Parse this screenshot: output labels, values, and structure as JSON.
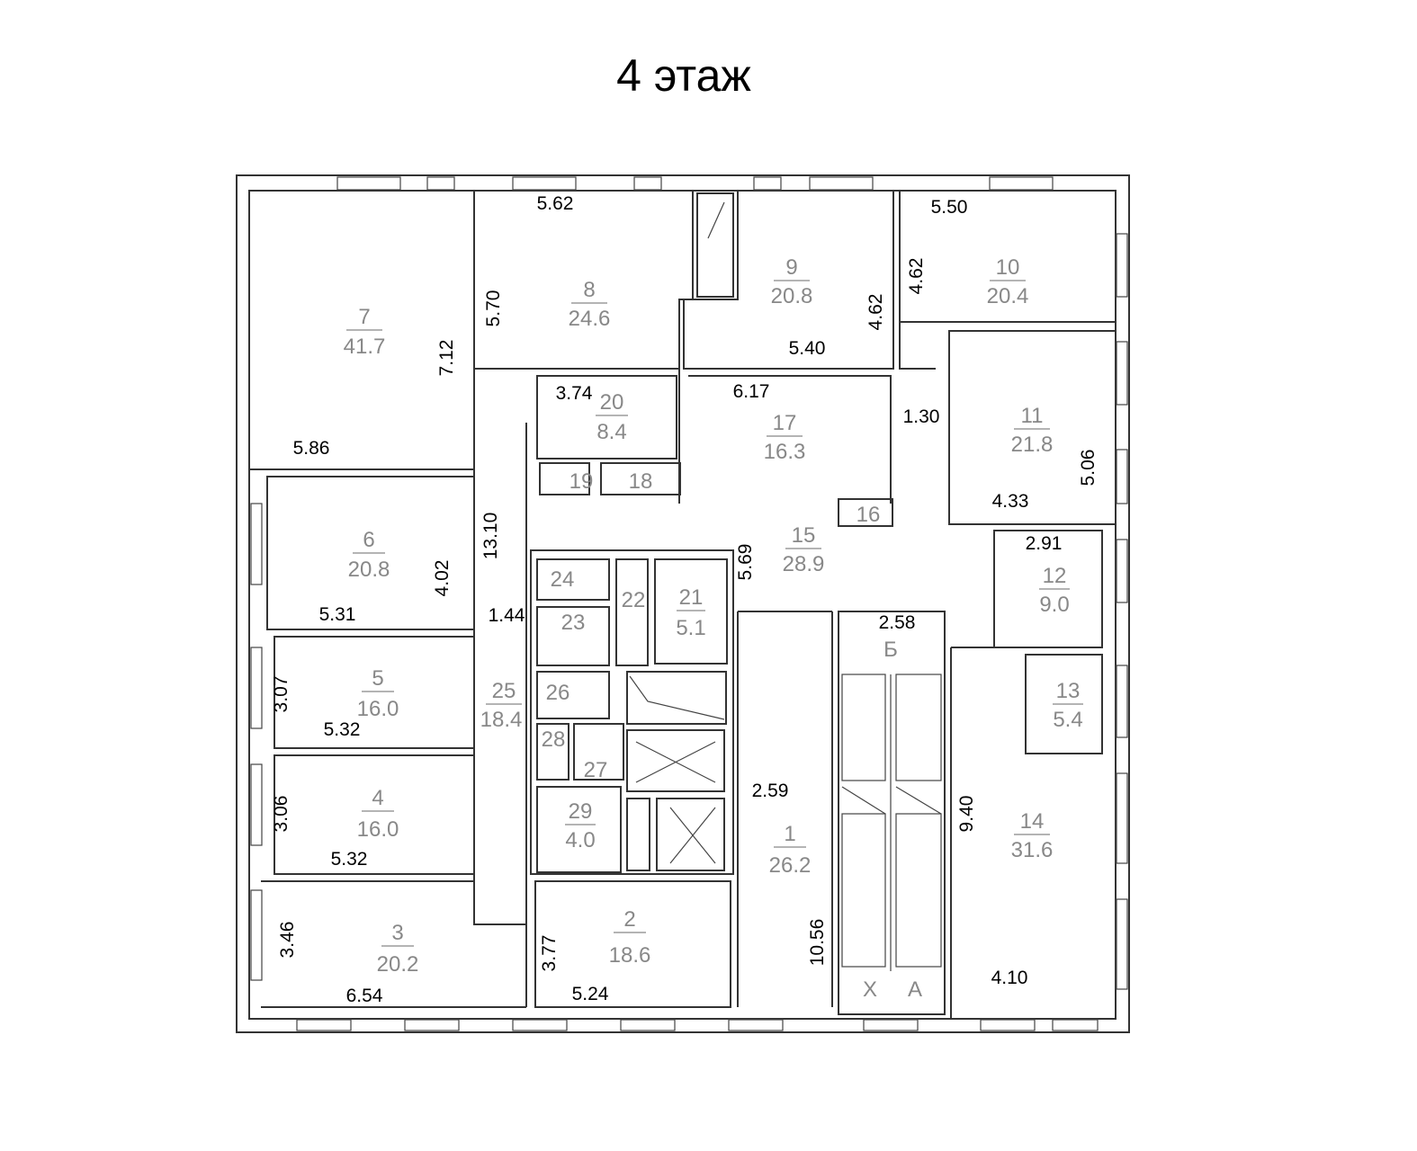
{
  "title": "4 этаж",
  "rooms": [
    {
      "num": "1",
      "area": "26.2"
    },
    {
      "num": "2",
      "area": "18.6"
    },
    {
      "num": "3",
      "area": "20.2"
    },
    {
      "num": "4",
      "area": "16.0"
    },
    {
      "num": "5",
      "area": "16.0"
    },
    {
      "num": "6",
      "area": "20.8"
    },
    {
      "num": "7",
      "area": "41.7"
    },
    {
      "num": "8",
      "area": "24.6"
    },
    {
      "num": "9",
      "area": "20.8"
    },
    {
      "num": "10",
      "area": "20.4"
    },
    {
      "num": "11",
      "area": "21.8"
    },
    {
      "num": "12",
      "area": "9.0"
    },
    {
      "num": "13",
      "area": "5.4"
    },
    {
      "num": "14",
      "area": "31.6"
    },
    {
      "num": "15",
      "area": "28.9"
    },
    {
      "num": "16",
      "area": ""
    },
    {
      "num": "17",
      "area": "16.3"
    },
    {
      "num": "18",
      "area": ""
    },
    {
      "num": "19",
      "area": ""
    },
    {
      "num": "20",
      "area": "8.4"
    },
    {
      "num": "21",
      "area": "5.1"
    },
    {
      "num": "22",
      "area": ""
    },
    {
      "num": "23",
      "area": ""
    },
    {
      "num": "24",
      "area": ""
    },
    {
      "num": "25",
      "area": "18.4"
    },
    {
      "num": "26",
      "area": ""
    },
    {
      "num": "27",
      "area": ""
    },
    {
      "num": "28",
      "area": ""
    },
    {
      "num": "29",
      "area": "4.0"
    }
  ],
  "stair_labels": {
    "b": "Б",
    "x": "Х",
    "a": "А"
  },
  "dims": [
    "5.62",
    "5.50",
    "5.70",
    "4.62",
    "4.62",
    "5.40",
    "7.12",
    "5.86",
    "3.74",
    "6.17",
    "1.30",
    "5.06",
    "4.33",
    "2.91",
    "13.10",
    "4.02",
    "5.31",
    "1.44",
    "5.69",
    "2.58",
    "3.07",
    "5.32",
    "3.06",
    "5.32",
    "2.59",
    "9.40",
    "3.46",
    "6.54",
    "3.77",
    "5.24",
    "10.56",
    "4.10"
  ]
}
